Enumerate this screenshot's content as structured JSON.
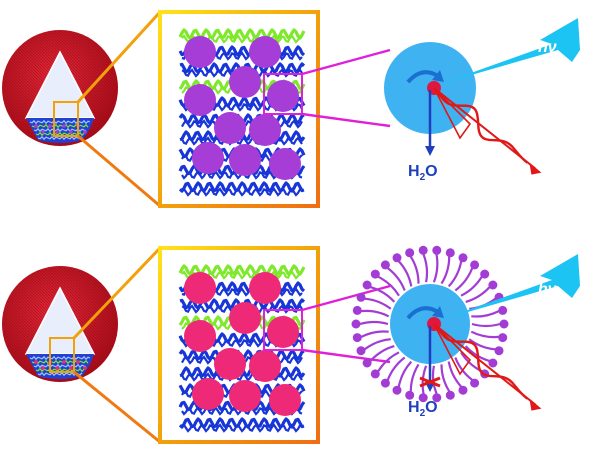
{
  "panels": [
    {
      "id": "top",
      "particle_color": "#a63dd6",
      "has_ligand_shell": false,
      "light_label": "hν",
      "water_label": {
        "main": "H",
        "sub": "2",
        "tail": "O"
      },
      "water_blocked": false
    },
    {
      "id": "bottom",
      "particle_color": "#ee2a78",
      "has_ligand_shell": true,
      "light_label": "hν",
      "water_label": {
        "main": "H",
        "sub": "2",
        "tail": "O"
      },
      "water_blocked": true
    }
  ],
  "colors": {
    "cone_red": "#d01427",
    "cone_dark": "#8e0a14",
    "frame_gold": "#f2a10a",
    "frame_orange": "#f07a12",
    "frame_yellow": "#ffe21a",
    "chain_blue": "#1836d8",
    "chain_green": "#7ee82a",
    "connector_magenta": "#e020d8",
    "core_blue": "#3fb3f2",
    "core_dark_blue": "#1b6fd0",
    "light_cyan": "#1cc4f4",
    "wave_red": "#e01818",
    "ligand_purple": "#a23cd4",
    "water_blue": "#1f3fbf"
  }
}
